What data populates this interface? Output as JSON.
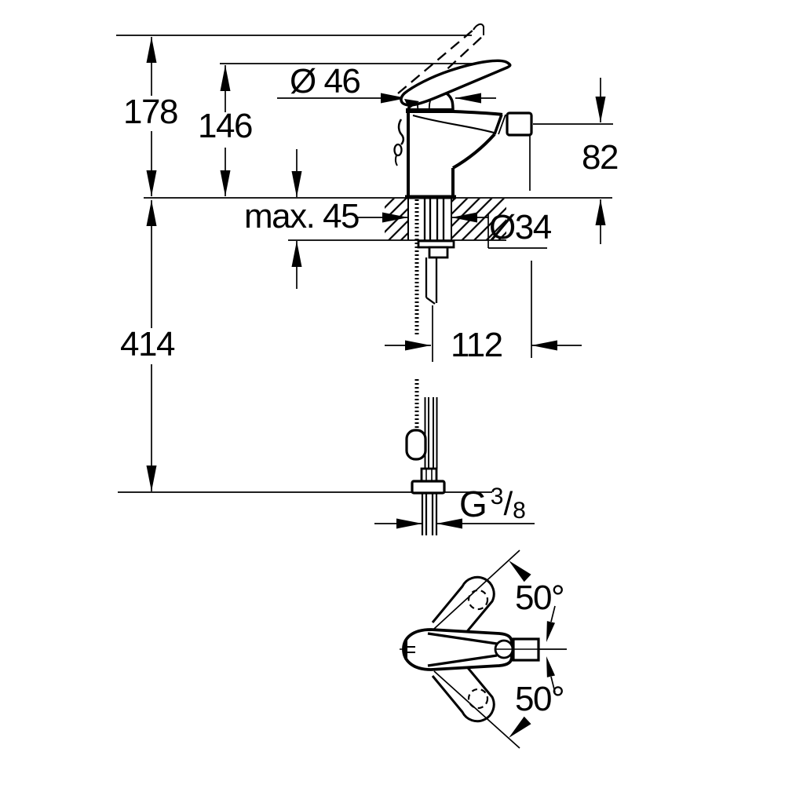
{
  "drawing": {
    "dimensions": {
      "overall_height": "178",
      "handle_height": "146",
      "body_diameter": "Ø 46",
      "spout_outlet_height": "82",
      "max_deck_thickness": "max. 45",
      "hole_diameter": "Ø34",
      "connection_length": "414",
      "spout_projection": "112",
      "thread": {
        "prefix": "G",
        "numerator": "3",
        "slash": "/",
        "denominator": "8"
      },
      "handle_angle_upper": "50°",
      "handle_angle_lower": "50°"
    },
    "colors": {
      "ink": "#000000",
      "paper": "#ffffff"
    }
  }
}
